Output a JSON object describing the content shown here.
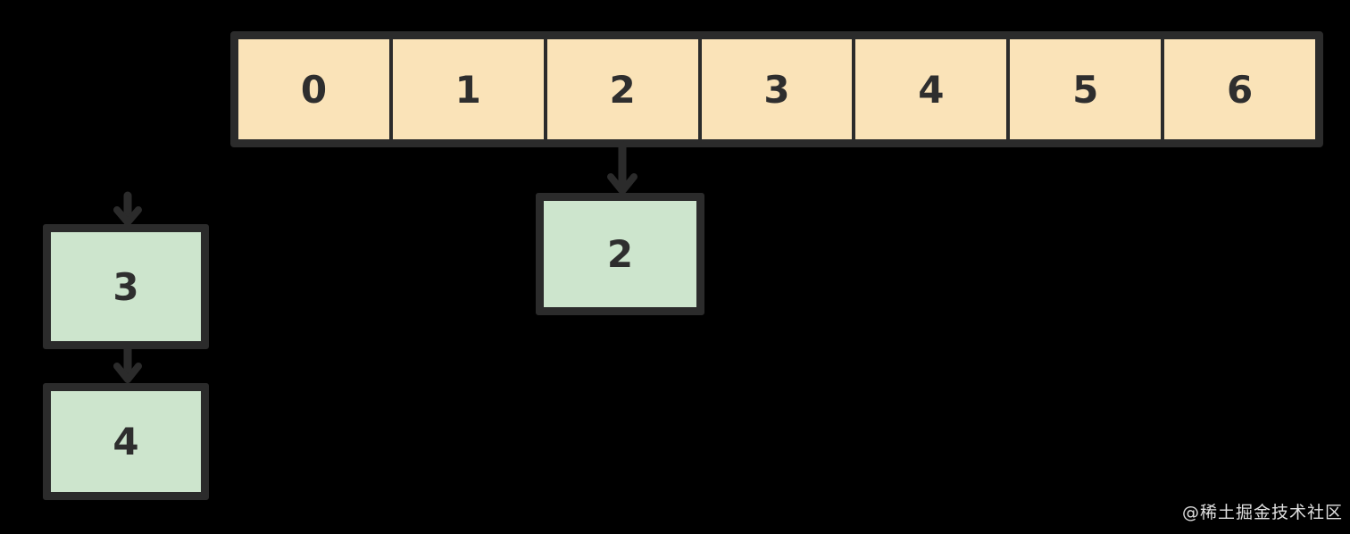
{
  "colors": {
    "background": "#000000",
    "bucket_fill": "#FAE3B8",
    "node_fill": "#CDE5CD",
    "stroke": "#2B2B2B",
    "text": "#2E2E2E",
    "watermark_color": "#FFFFFF"
  },
  "bucket_array": {
    "cells": [
      "0",
      "1",
      "2",
      "3",
      "4",
      "5",
      "6"
    ]
  },
  "chain_nodes": {
    "bucket2_node": "2",
    "left_chain_top": "3",
    "left_chain_bottom": "4"
  },
  "watermark": "@稀土掘金技术社区"
}
